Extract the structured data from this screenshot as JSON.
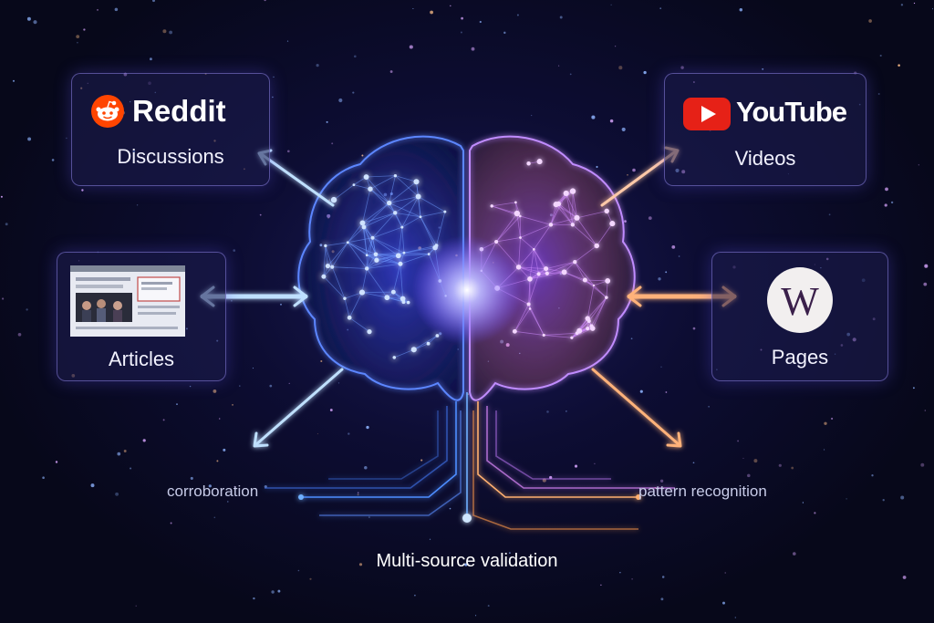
{
  "cards": {
    "reddit": {
      "brand": "Reddit",
      "label": "Discussions",
      "icon": "reddit-logo-icon",
      "color": "#ff4500"
    },
    "youtube": {
      "brand": "YouTube",
      "label": "Videos",
      "icon": "youtube-logo-icon",
      "color": "#e62117"
    },
    "articles": {
      "label": "Articles",
      "icon": "article-thumbnail-icon"
    },
    "wikipedia": {
      "brand": "W",
      "label": "Pages",
      "icon": "wikipedia-logo-icon"
    }
  },
  "captions": {
    "left": "corroboration",
    "right": "pattern recognition",
    "bottom": "Multi-source validation"
  },
  "colors": {
    "blue_glow": "#5aa8ff",
    "orange_glow": "#ff9a4a",
    "pink_glow": "#d98cff"
  }
}
